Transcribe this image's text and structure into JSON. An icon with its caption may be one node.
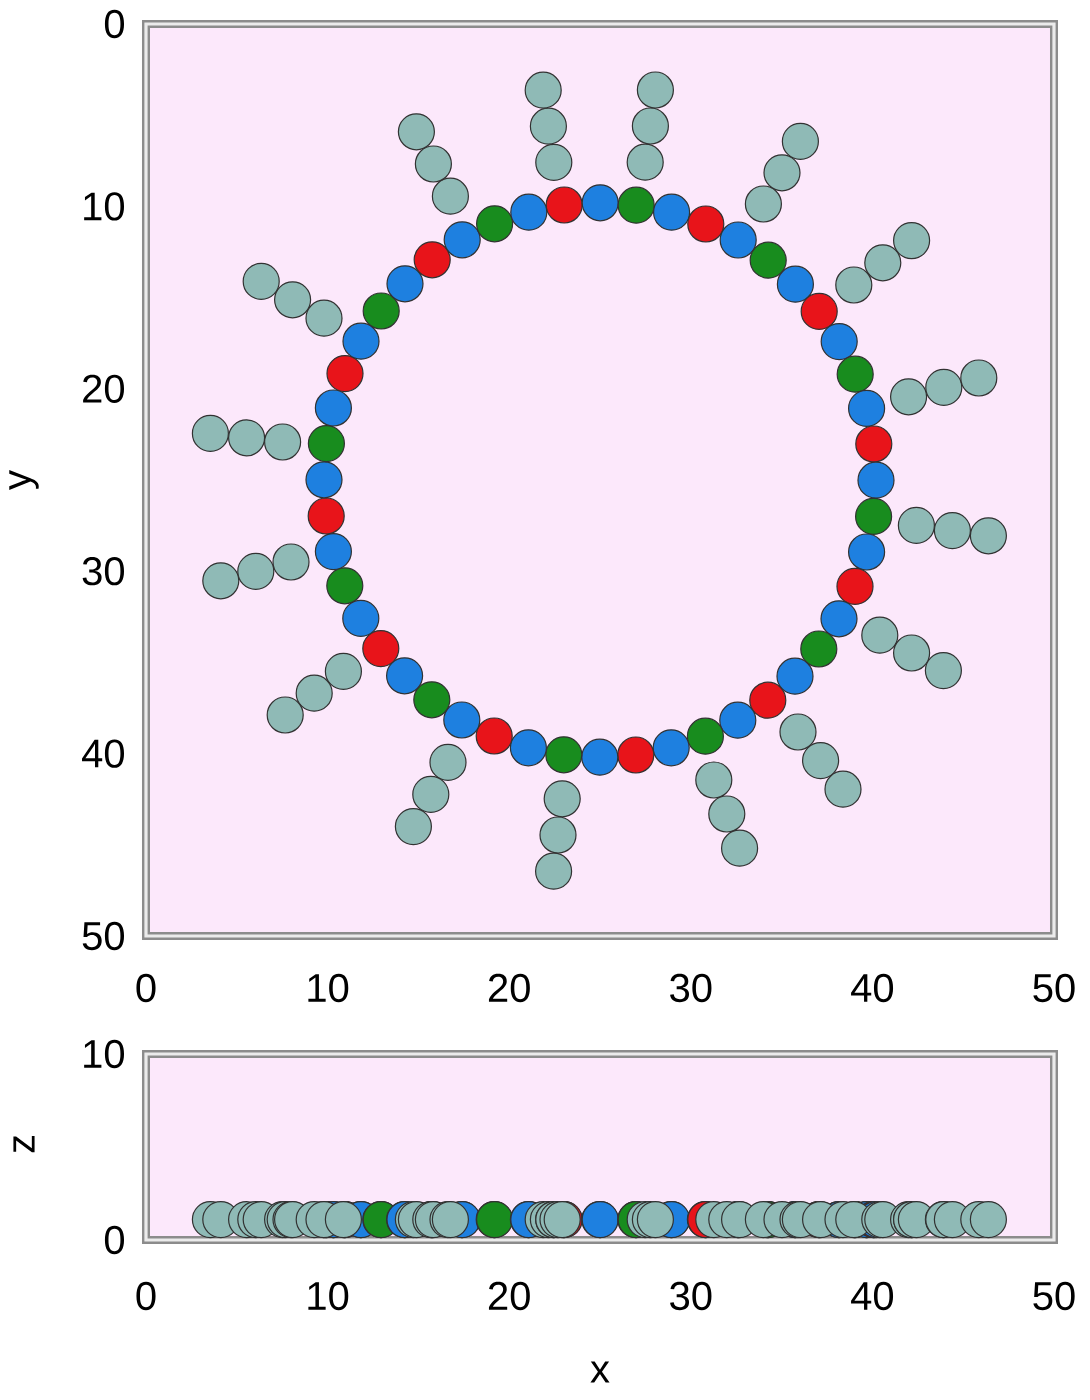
{
  "diagram": {
    "labels": [
      "0",
      "10",
      "20",
      "30",
      "40",
      "50",
      "y",
      "0",
      "10",
      "20",
      "30",
      "40",
      "50",
      "10",
      "0",
      "z",
      "0",
      "10",
      "20",
      "30",
      "40",
      "50",
      "x"
    ]
  }
}
